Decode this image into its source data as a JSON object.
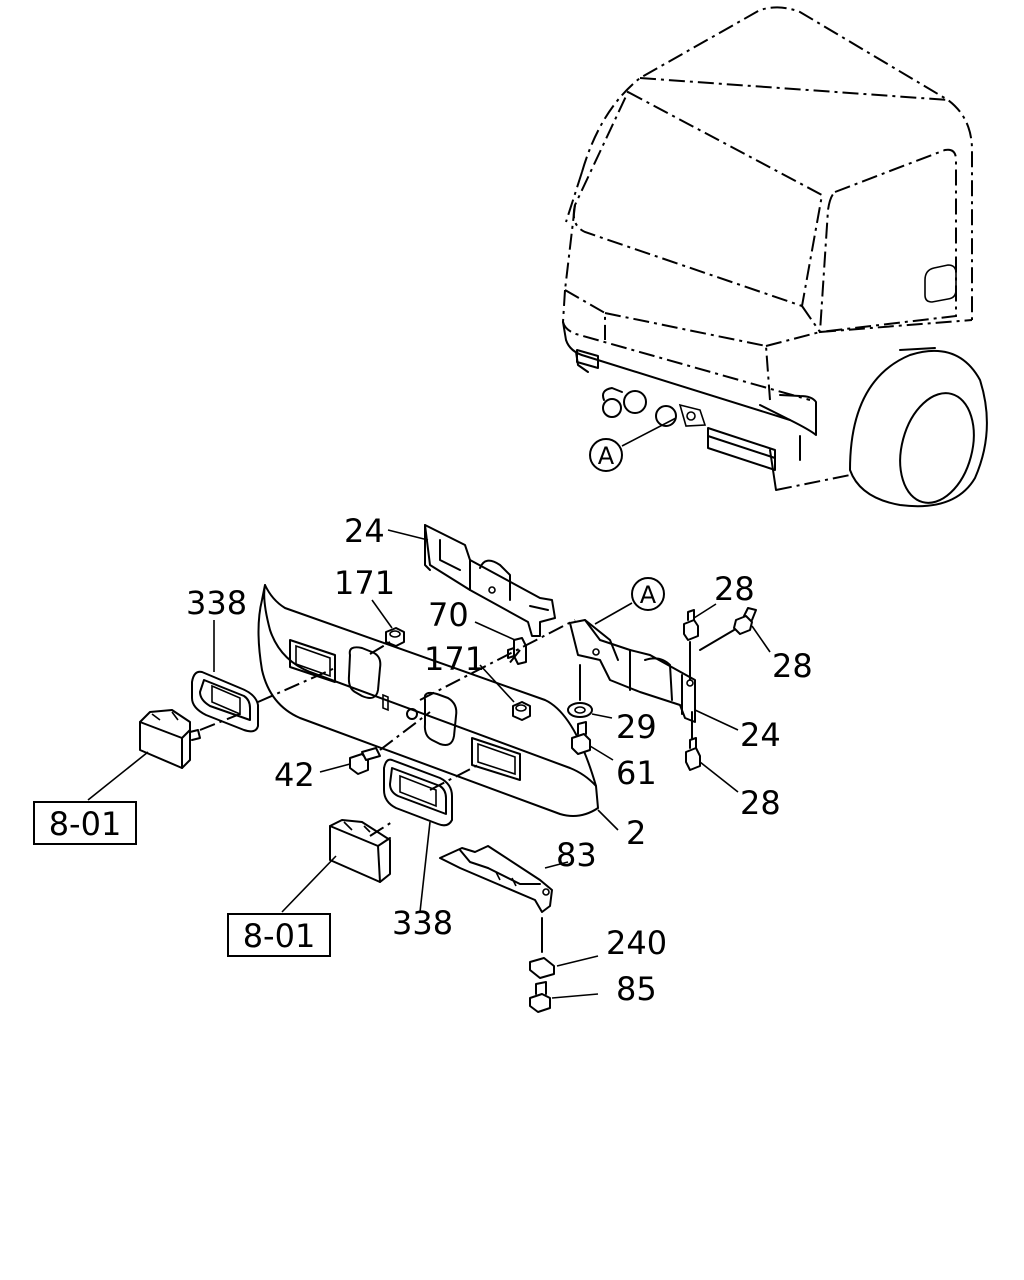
{
  "labels": {
    "bracket_upper": "24",
    "nut_left": "171",
    "grommet_left": "338",
    "clip": "70",
    "nut_mid": "171",
    "view_ref_top": "A",
    "view_ref_cab": "A",
    "bolt_top_1": "28",
    "bolt_top_2": "28",
    "washer": "29",
    "bracket_lower": "24",
    "stud": "61",
    "bolt_bottom": "28",
    "bolt_front": "42",
    "bumper": "2",
    "under_cover": "83",
    "grommet_lower": "338",
    "clip_nut": "240",
    "screw": "85"
  },
  "references": {
    "lamp_upper": "8-01",
    "lamp_lower": "8-01"
  }
}
